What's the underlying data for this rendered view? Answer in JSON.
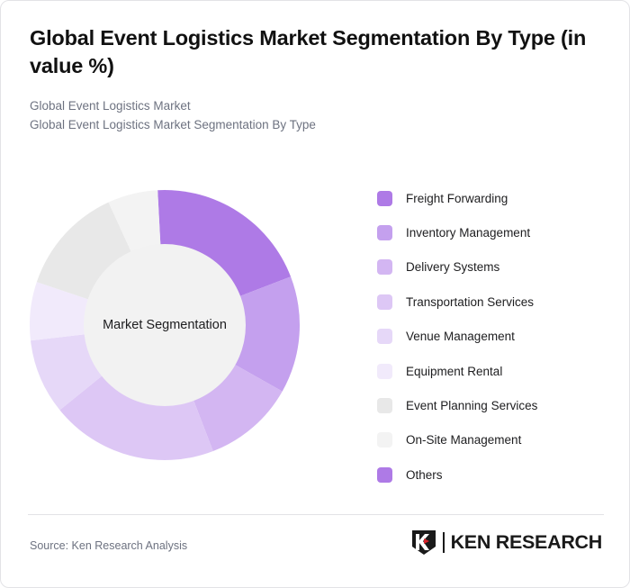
{
  "header": {
    "title": "Global Event Logistics Market Segmentation By Type (in value %)",
    "subtitle_1": "Global Event Logistics Market",
    "subtitle_2": "Global Event Logistics Market Segmentation By Type"
  },
  "footer": {
    "source": "Source: Ken Research Analysis",
    "logo_text": "KEN RESEARCH",
    "logo_mark_letter": "K"
  },
  "chart_data": {
    "type": "pie",
    "variant": "donut",
    "title": "Global Event Logistics Market Segmentation By Type (in value %)",
    "center_label": "Market Segmentation",
    "unit": "%",
    "legend_position": "right",
    "start_angle_deg": -3,
    "inner_radius_ratio": 0.6,
    "categories": [
      "Freight Forwarding",
      "Inventory Management",
      "Delivery Systems",
      "Transportation Services",
      "Venue Management",
      "Equipment Rental",
      "Event Planning Services",
      "On-Site Management",
      "Others"
    ],
    "values": [
      20,
      14,
      11,
      20,
      9,
      7,
      13,
      6,
      0
    ],
    "colors": [
      "#AE7AE6",
      "#C4A0EE",
      "#D3B6F2",
      "#DDC7F5",
      "#E6D8F8",
      "#F1EAFB",
      "#E8E8E8",
      "#F3F3F3",
      "#AE7AE6"
    ],
    "legend": [
      {
        "label": "Freight Forwarding",
        "color": "#AE7AE6"
      },
      {
        "label": "Inventory Management",
        "color": "#C4A0EE"
      },
      {
        "label": "Delivery Systems",
        "color": "#D3B6F2"
      },
      {
        "label": "Transportation Services",
        "color": "#DDC7F5"
      },
      {
        "label": "Venue Management",
        "color": "#E6D8F8"
      },
      {
        "label": "Equipment Rental",
        "color": "#F1EAFB"
      },
      {
        "label": "Event Planning Services",
        "color": "#E8E8E8"
      },
      {
        "label": "On-Site Management",
        "color": "#F3F3F3"
      },
      {
        "label": "Others",
        "color": "#AE7AE6"
      }
    ]
  }
}
